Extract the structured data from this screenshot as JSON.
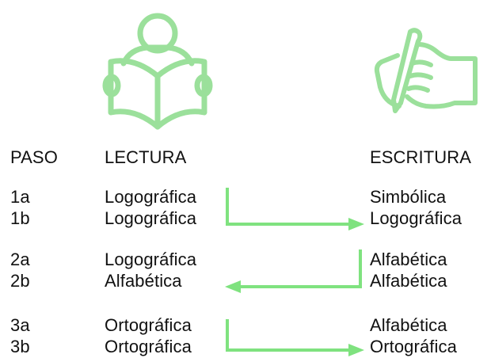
{
  "colors": {
    "accent": "#9be09b",
    "arrow": "#7fe27f",
    "text": "#111111",
    "background": "#ffffff"
  },
  "icons": {
    "reading": "reading-person-icon",
    "writing": "writing-hand-icon"
  },
  "headers": {
    "step": "PASO",
    "reading": "LECTURA",
    "writing": "ESCRITURA"
  },
  "rows": [
    {
      "step": "1a",
      "reading": "Logográfica",
      "writing": "Simbólica"
    },
    {
      "step": "1b",
      "reading": "Logográfica",
      "writing": "Logográfica"
    },
    {
      "step": "2a",
      "reading": "Logográfica",
      "writing": "Alfabética"
    },
    {
      "step": "2b",
      "reading": "Alfabética",
      "writing": "Alfabética"
    },
    {
      "step": "3a",
      "reading": "Ortográfica",
      "writing": "Alfabética"
    },
    {
      "step": "3b",
      "reading": "Ortográfica",
      "writing": "Ortográfica"
    }
  ],
  "arrows": [
    {
      "direction": "reading-to-writing",
      "from_step": "1a",
      "to_step": "1b"
    },
    {
      "direction": "writing-to-reading",
      "from_step": "2a",
      "to_step": "2b"
    },
    {
      "direction": "reading-to-writing",
      "from_step": "3a",
      "to_step": "3b"
    }
  ]
}
